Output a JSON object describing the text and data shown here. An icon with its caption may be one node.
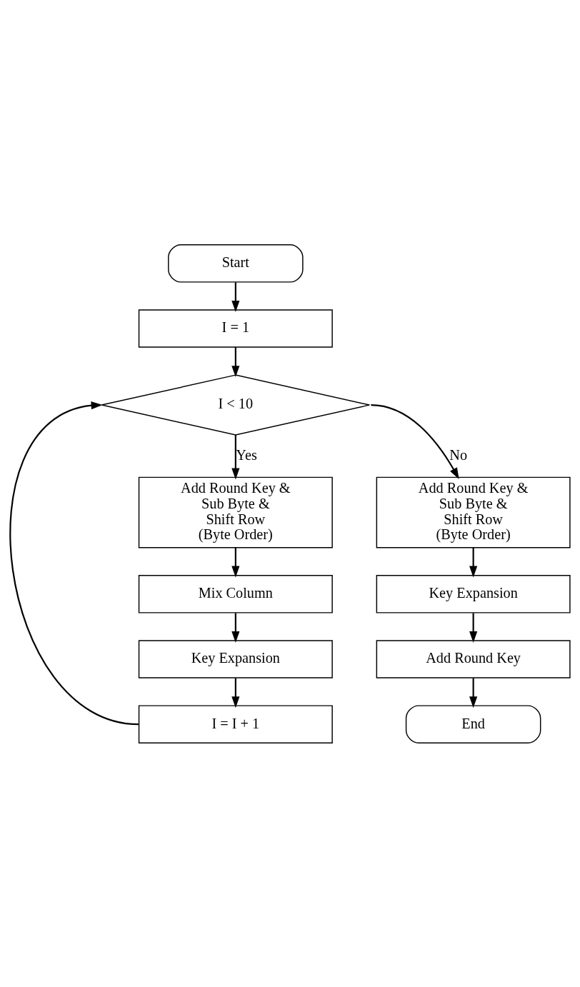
{
  "diagram": {
    "nodes": [
      {
        "text": [
          "Start"
        ]
      },
      {
        "text": [
          "I = 1"
        ]
      },
      {
        "text": [
          "I < 10"
        ]
      },
      {
        "text": [
          "Add Round Key & Sub Byte & Shift Row (Byte Order)"
        ]
      },
      {
        "text": [
          "Mix Column"
        ]
      },
      {
        "text": [
          "Key Expansion"
        ]
      },
      {
        "text": [
          "I = I + 1"
        ]
      },
      {
        "text": [
          "Add Round Key & Sub Byte & Shift Row (Byte Order)"
        ]
      },
      {
        "text": [
          "Key Expansion"
        ]
      },
      {
        "text": [
          "Add Round Key"
        ]
      },
      {
        "text": [
          "End"
        ]
      }
    ],
    "edges": [
      {
        "from": 0,
        "to": 1,
        "arrow": "to"
      },
      {
        "from": 1,
        "to": 2,
        "arrow": "to"
      },
      {
        "from": 2,
        "to": 3,
        "arrow": "to",
        "label": "Yes"
      },
      {
        "from": 3,
        "to": 4,
        "arrow": "to"
      },
      {
        "from": 4,
        "to": 5,
        "arrow": "to"
      },
      {
        "from": 5,
        "to": 6,
        "arrow": "to"
      },
      {
        "from": 6,
        "to": 2,
        "arrow": "to"
      },
      {
        "from": 2,
        "to": 7,
        "arrow": "to",
        "label": "No"
      },
      {
        "from": 7,
        "to": 8,
        "arrow": "to"
      },
      {
        "from": 8,
        "to": 9,
        "arrow": "to"
      },
      {
        "from": 9,
        "to": 10,
        "arrow": "to"
      }
    ]
  }
}
